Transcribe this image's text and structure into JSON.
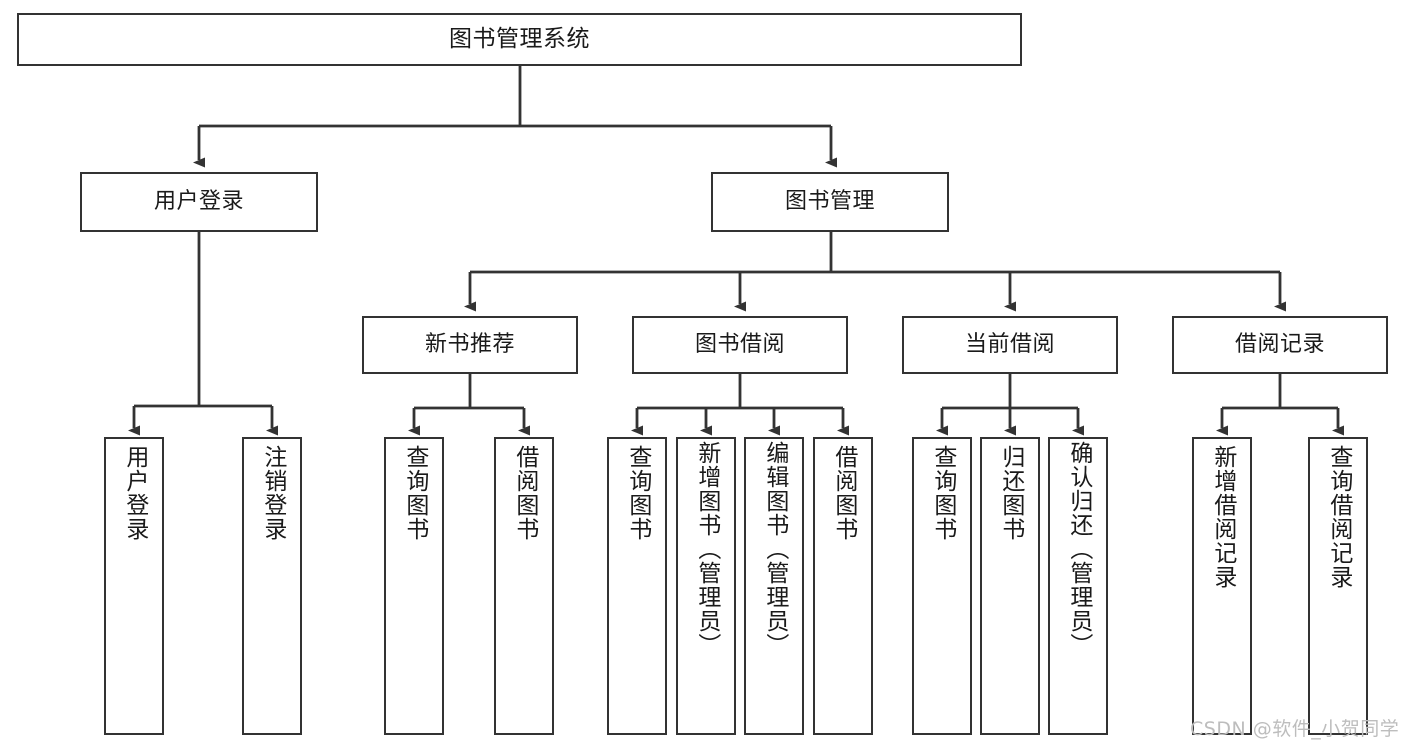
{
  "diagram": {
    "type": "tree-hierarchy",
    "title": "图书管理系统",
    "watermark": "CSDN @软件_小贺同学",
    "colors": {
      "box_border": "#333333",
      "box_fill": "#ffffff",
      "connector": "#333333",
      "text": "#1a1a1a",
      "watermark": "#bdbdbd"
    },
    "nodes": {
      "root": {
        "label": "图书管理系统"
      },
      "level1": [
        {
          "label": "用户登录"
        },
        {
          "label": "图书管理"
        }
      ],
      "level2": [
        {
          "label": "新书推荐"
        },
        {
          "label": "图书借阅"
        },
        {
          "label": "当前借阅"
        },
        {
          "label": "借阅记录"
        }
      ],
      "leaves": {
        "user_login": [
          {
            "label": "用户登录"
          },
          {
            "label": "注销登录"
          }
        ],
        "new_book_recommend": [
          {
            "label": "查询图书"
          },
          {
            "label": "借阅图书"
          }
        ],
        "book_borrow": [
          {
            "label": "查询图书"
          },
          {
            "label": "新增图书（管理员）"
          },
          {
            "label": "编辑图书（管理员）"
          },
          {
            "label": "借阅图书"
          }
        ],
        "current_borrow": [
          {
            "label": "查询图书"
          },
          {
            "label": "归还图书"
          },
          {
            "label": "确认归还（管理员）"
          }
        ],
        "borrow_record": [
          {
            "label": "新增借阅记录"
          },
          {
            "label": "查询借阅记录"
          }
        ]
      }
    }
  }
}
